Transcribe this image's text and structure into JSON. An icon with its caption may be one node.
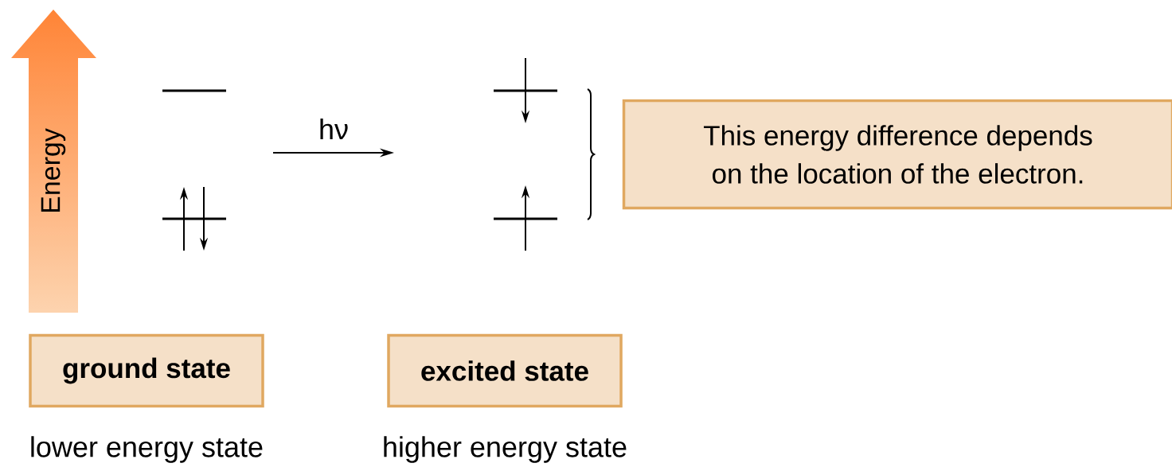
{
  "diagram": {
    "nodes": [
      {
        "text": [],
        "shape": "picture"
      },
      {
        "text": [],
        "shape": "picture"
      },
      {
        "text": [
          "This energy difference depends on the location of the electron."
        ]
      },
      {
        "text": [
          "ground state"
        ],
        "beside": [
          "lower energy state"
        ]
      },
      {
        "text": [
          "excited state"
        ],
        "beside": [
          "higher energy state"
        ]
      }
    ],
    "labels": [
      "Energy",
      "hν"
    ]
  }
}
